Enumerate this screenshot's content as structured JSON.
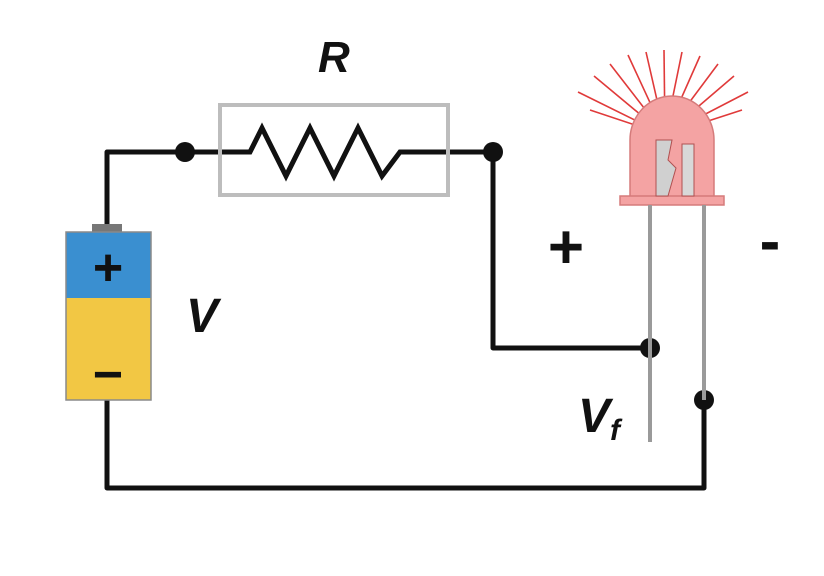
{
  "labels": {
    "resistor": "R",
    "battery_voltage": "V",
    "forward_voltage_main": "V",
    "forward_voltage_sub": "f",
    "led_plus": "+",
    "led_minus": "-",
    "battery_plus": "+",
    "battery_minus": "−"
  },
  "colors": {
    "wire": "#111111",
    "battery_top": "#3a8fd0",
    "battery_bottom": "#f2c744",
    "battery_cap": "#777777",
    "resistor_box": "#bdbdbd",
    "led_dome": "#f4a3a3",
    "led_rays": "#e03a3a",
    "led_leads": "#9a9a9a"
  },
  "components": [
    "battery",
    "resistor",
    "led"
  ]
}
